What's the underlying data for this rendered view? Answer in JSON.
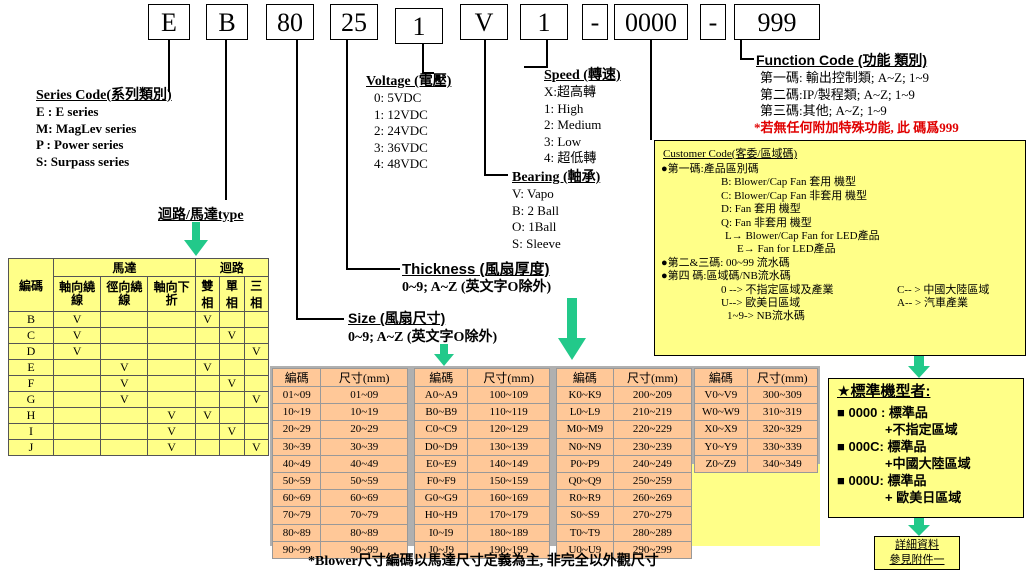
{
  "code_boxes": [
    "E",
    "B",
    "80",
    "25",
    "1",
    "V",
    "1",
    "-",
    "0000",
    "-",
    "999"
  ],
  "series": {
    "title": "Series Code(系列類別)",
    "items": [
      "E : E series",
      "M: MagLev series",
      "P : Power series",
      "S: Surpass series"
    ]
  },
  "circuit_label": "迴路/馬達type",
  "voltage": {
    "title": "Voltage (電壓)",
    "items": [
      "0:   5VDC",
      "1: 12VDC",
      "2: 24VDC",
      "3: 36VDC",
      "4: 48VDC"
    ]
  },
  "speed": {
    "title": "Speed (轉速)",
    "items": [
      "X:超高轉",
      "1: High",
      "2: Medium",
      "3: Low",
      "4: 超低轉"
    ]
  },
  "bearing": {
    "title": "Bearing (軸承)",
    "items": [
      "V: Vapo",
      "B: 2 Ball",
      "O: 1Ball",
      "S: Sleeve"
    ]
  },
  "function_code": {
    "title": "Function Code (功能 類別)",
    "items": [
      "第一碼: 輸出控制類; A~Z; 1~9",
      "第二碼:IP/製程類; A~Z; 1~9",
      "第三碼:其他; A~Z; 1~9"
    ],
    "note": "*若無任何附加特殊功能, 此 碼爲999"
  },
  "customer_code": {
    "title": "Customer Code(客委/區域碼)",
    "lines": [
      "●第一碼:產品區別碼",
      "B: Blower/Cap Fan 套用 機型",
      "C: Blower/Cap Fan 非套用 機型",
      "D: Fan 套用 機型",
      "Q: Fan 非套用 機型",
      "L→ Blower/Cap Fan for LED產品",
      "E→ Fan for LED產品",
      "●第二&三碼: 00~99 流水碼",
      "●第四 碼:區域碼/NB流水碼",
      "0 --> 不指定區域及產業",
      "C-- > 中國大陸區域",
      "U--> 歐美日區域",
      "A-- > 汽車產業",
      "1~9-> NB流水碼"
    ]
  },
  "thickness": {
    "title": "Thickness (風扇厚度)",
    "desc": "0~9; A~Z (英文字O除外)"
  },
  "size": {
    "title": "Size (風扇尺寸)",
    "desc": "0~9; A~Z (英文字O除外)"
  },
  "motor_table": {
    "col_code": "編碼",
    "group_motor": "馬達",
    "group_circuit": "迴路",
    "motor_cols": [
      "軸向繞線",
      "徑向繞線",
      "軸向下折"
    ],
    "circuit_cols": [
      "雙相",
      "單相",
      "三相"
    ],
    "rows": [
      {
        "code": "B",
        "m": [
          "V",
          "",
          ""
        ],
        "c": [
          "V",
          "",
          ""
        ]
      },
      {
        "code": "C",
        "m": [
          "V",
          "",
          ""
        ],
        "c": [
          "",
          "V",
          ""
        ]
      },
      {
        "code": "D",
        "m": [
          "V",
          "",
          ""
        ],
        "c": [
          "",
          "",
          "V"
        ]
      },
      {
        "code": "E",
        "m": [
          "",
          "V",
          ""
        ],
        "c": [
          "V",
          "",
          ""
        ]
      },
      {
        "code": "F",
        "m": [
          "",
          "V",
          ""
        ],
        "c": [
          "",
          "V",
          ""
        ]
      },
      {
        "code": "G",
        "m": [
          "",
          "V",
          ""
        ],
        "c": [
          "",
          "",
          "V"
        ]
      },
      {
        "code": "H",
        "m": [
          "",
          "",
          "V"
        ],
        "c": [
          "V",
          "",
          ""
        ]
      },
      {
        "code": "I",
        "m": [
          "",
          "",
          "V"
        ],
        "c": [
          "",
          "V",
          ""
        ]
      },
      {
        "code": "J",
        "m": [
          "",
          "",
          "V"
        ],
        "c": [
          "",
          "",
          "V"
        ]
      }
    ]
  },
  "size_table": {
    "h_code": "編碼",
    "h_size": "尺寸(mm)",
    "groups": [
      [
        [
          "01~09",
          "01~09"
        ],
        [
          "10~19",
          "10~19"
        ],
        [
          "20~29",
          "20~29"
        ],
        [
          "30~39",
          "30~39"
        ],
        [
          "40~49",
          "40~49"
        ],
        [
          "50~59",
          "50~59"
        ],
        [
          "60~69",
          "60~69"
        ],
        [
          "70~79",
          "70~79"
        ],
        [
          "80~89",
          "80~89"
        ],
        [
          "90~99",
          "90~99"
        ]
      ],
      [
        [
          "A0~A9",
          "100~109"
        ],
        [
          "B0~B9",
          "110~119"
        ],
        [
          "C0~C9",
          "120~129"
        ],
        [
          "D0~D9",
          "130~139"
        ],
        [
          "E0~E9",
          "140~149"
        ],
        [
          "F0~F9",
          "150~159"
        ],
        [
          "G0~G9",
          "160~169"
        ],
        [
          "H0~H9",
          "170~179"
        ],
        [
          "I0~I9",
          "180~189"
        ],
        [
          "J0~J9",
          "190~199"
        ]
      ],
      [
        [
          "K0~K9",
          "200~209"
        ],
        [
          "L0~L9",
          "210~219"
        ],
        [
          "M0~M9",
          "220~229"
        ],
        [
          "N0~N9",
          "230~239"
        ],
        [
          "P0~P9",
          "240~249"
        ],
        [
          "Q0~Q9",
          "250~259"
        ],
        [
          "R0~R9",
          "260~269"
        ],
        [
          "S0~S9",
          "270~279"
        ],
        [
          "T0~T9",
          "280~289"
        ],
        [
          "U0~U9",
          "290~299"
        ]
      ],
      [
        [
          "V0~V9",
          "300~309"
        ],
        [
          "W0~W9",
          "310~319"
        ],
        [
          "X0~X9",
          "320~329"
        ],
        [
          "Y0~Y9",
          "330~339"
        ],
        [
          "Z0~Z9",
          "340~349"
        ]
      ]
    ]
  },
  "standard": {
    "title": "★標準機型者:",
    "lines": [
      "■ 0000 : 標準品",
      "+不指定區域",
      "■ 000C: 標準品",
      "+中國大陸區域",
      "■ 000U: 標準品",
      "+ 歐美日區域"
    ]
  },
  "detail": [
    "詳細資料",
    "參見附件一"
  ],
  "footnote": "*Blower尺寸編碼以馬達尺寸定義為主, 非完全以外觀尺寸",
  "colors": {
    "yellow": "#ffff88",
    "orange": "#ffc898",
    "green": "#22c98a",
    "red": "#e00000"
  }
}
